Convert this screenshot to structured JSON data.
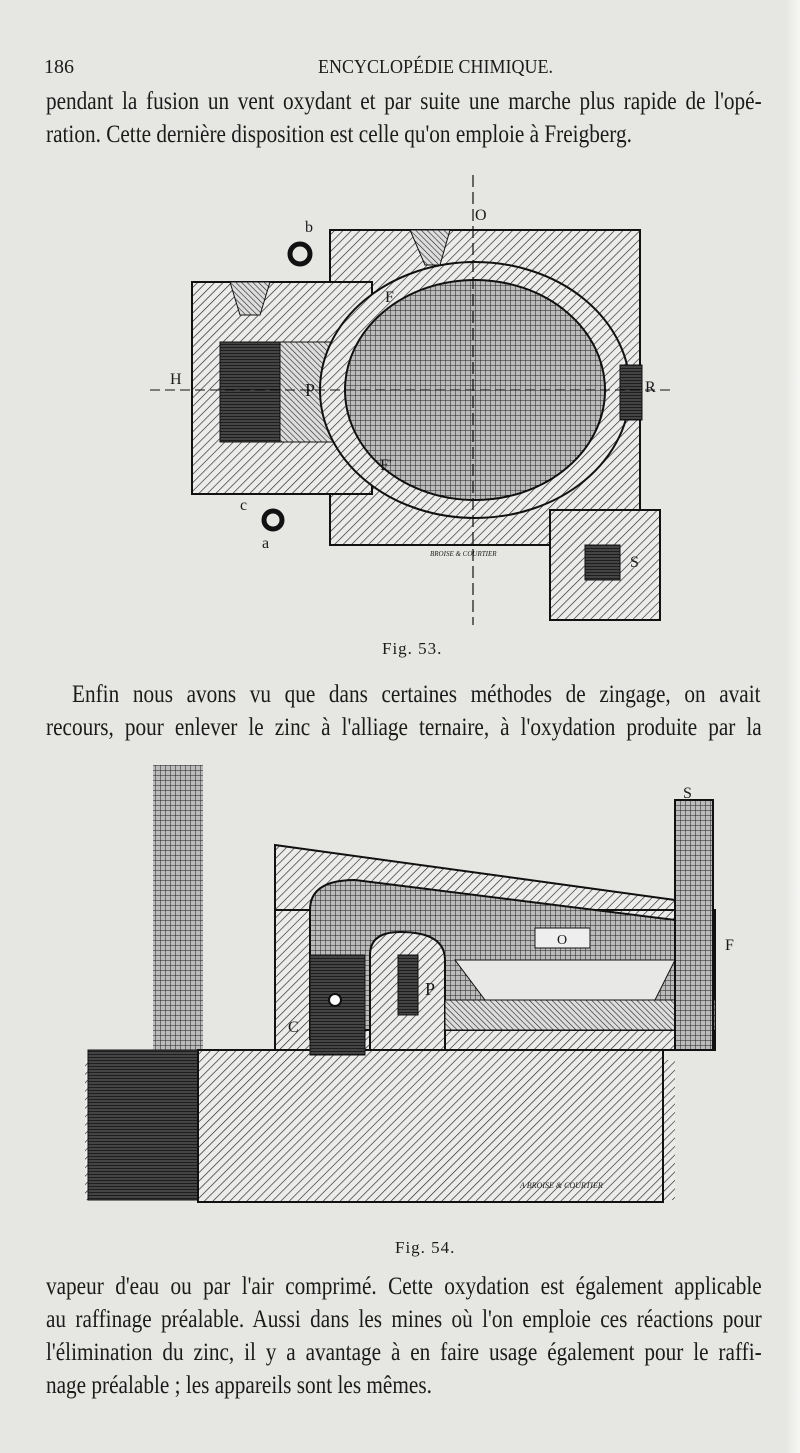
{
  "header": {
    "page_number": "186",
    "running_title": "ENCYCLOPÉDIE CHIMIQUE."
  },
  "paragraph1": [
    "pendant la fusion un vent oxydant et par suite une marche plus rapide de l'opé-",
    "ration. Cette dernière disposition est celle qu'on emploie à Freigberg."
  ],
  "figure53": {
    "caption": "Fig. 53.",
    "labels": {
      "O": "O",
      "b": "b",
      "F": "F",
      "H": "H",
      "P": "P",
      "R": "R",
      "F2": "F'",
      "c": "c",
      "a": "a",
      "S": "S"
    },
    "engraver": "BROISE & COURTIER"
  },
  "paragraph2": [
    "Enfin nous avons vu que dans certaines méthodes de zingage, on avait",
    "recours, pour enlever le zinc à l'alliage ternaire, à l'oxydation produite par la"
  ],
  "figure54": {
    "caption": "Fig. 54.",
    "labels": {
      "S": "S",
      "O": "O",
      "P": "P",
      "C": "C",
      "F": "F"
    },
    "engraver": "A BROISE & COURTIER"
  },
  "paragraph3": [
    "vapeur d'eau ou par l'air comprimé. Cette oxydation est également applicable",
    "au raffinage préalable. Aussi dans les mines où l'on emploie ces réactions pour",
    "l'élimination du zinc, il y a avantage à en faire usage également pour le raffi-",
    "nage préalable ; les appareils sont les mêmes."
  ]
}
